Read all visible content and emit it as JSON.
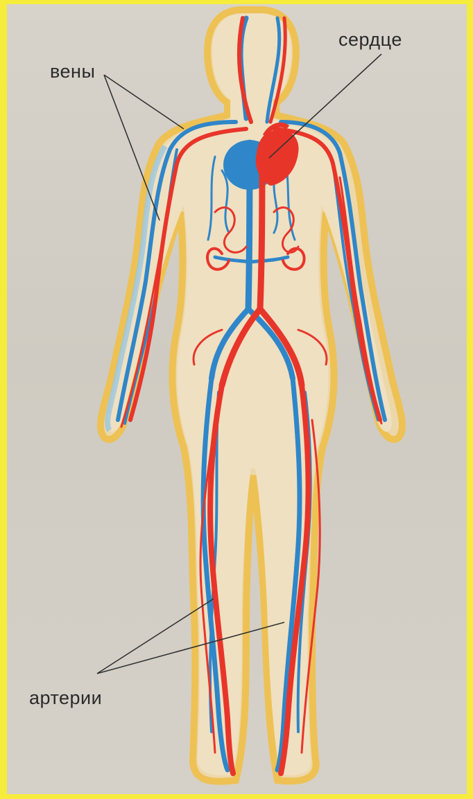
{
  "labels": {
    "veins": "вены",
    "heart": "сердце",
    "arteries": "артерии"
  },
  "colors": {
    "frame": "#f6ec3c",
    "artery": "#e8352a",
    "vein": "#2f86c9",
    "skin": "#f2e3c6",
    "outline_yellow": "#f0c040",
    "outline_blue": "#8ec3e6"
  }
}
